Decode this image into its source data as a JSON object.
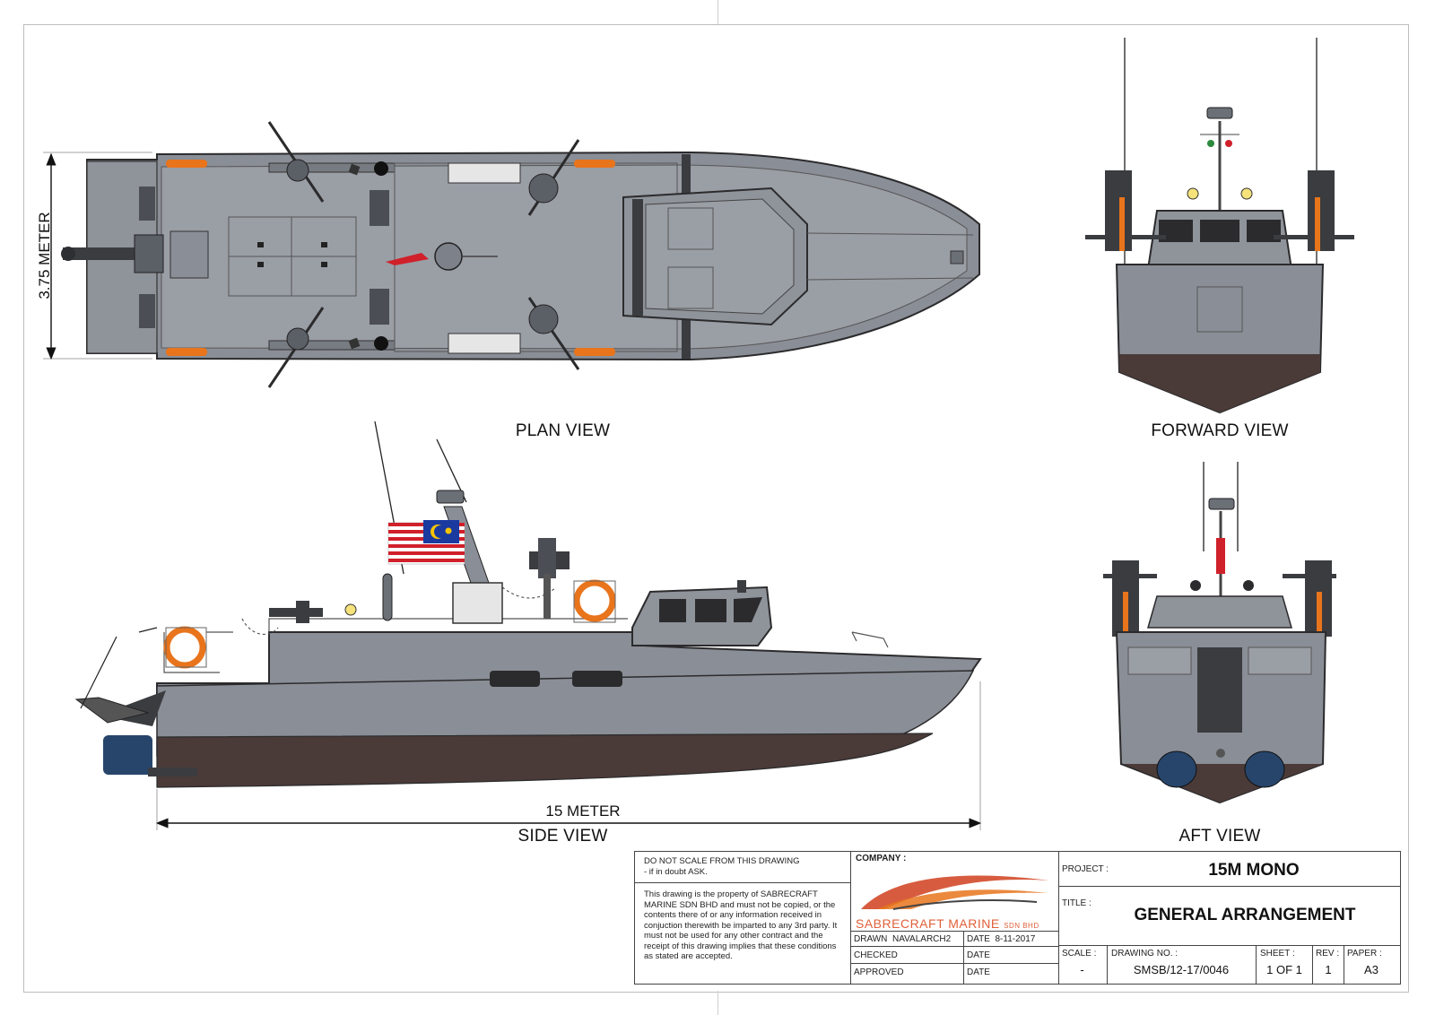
{
  "views": {
    "plan": "PLAN VIEW",
    "forward": "FORWARD VIEW",
    "side": "SIDE VIEW",
    "aft": "AFT VIEW"
  },
  "dimensions": {
    "beam": "3.75 METER",
    "length": "15 METER"
  },
  "colors": {
    "hull_grey": "#8a8e96",
    "deck_grey": "#9a9ea5",
    "bottom_brown": "#4a3a38",
    "dark": "#2b2b2d",
    "orange": "#e8741c",
    "flag_blue": "#1a3aa0",
    "flag_red": "#d0202a",
    "flag_yellow": "#f5c400"
  },
  "title_block": {
    "notice_title": "DO NOT SCALE FROM THIS DRAWING",
    "notice_sub": " - if in doubt ASK.",
    "notice_body": "This drawing is the property of SABRECRAFT MARINE SDN BHD and must not be copied, or the contents there of or any information received in conjuction therewith be imparted to any 3rd party. It must not be used for any other contract and the receipt of this drawing implies that these conditions as stated are accepted.",
    "company_label": "COMPANY :",
    "company_name": "SABRECRAFT MARINE",
    "company_suffix": "SDN BHD",
    "drawn_label": "DRAWN",
    "drawn_value": "NAVALARCH2",
    "date_label": "DATE",
    "date_value": "8-11-2017",
    "checked_label": "CHECKED",
    "checked_date_label": "DATE",
    "approved_label": "APPROVED",
    "approved_date_label": "DATE",
    "project_label": "PROJECT :",
    "project_value": "15M MONO",
    "title_label": "TITLE :",
    "title_value": "GENERAL ARRANGEMENT",
    "scale_label": "SCALE :",
    "scale_value": "-",
    "drawing_no_label": "DRAWING NO. :",
    "drawing_no_value": "SMSB/12-17/0046",
    "sheet_label": "SHEET :",
    "sheet_value": "1 OF 1",
    "rev_label": "REV :",
    "rev_value": "1",
    "paper_label": "PAPER :",
    "paper_value": "A3"
  }
}
